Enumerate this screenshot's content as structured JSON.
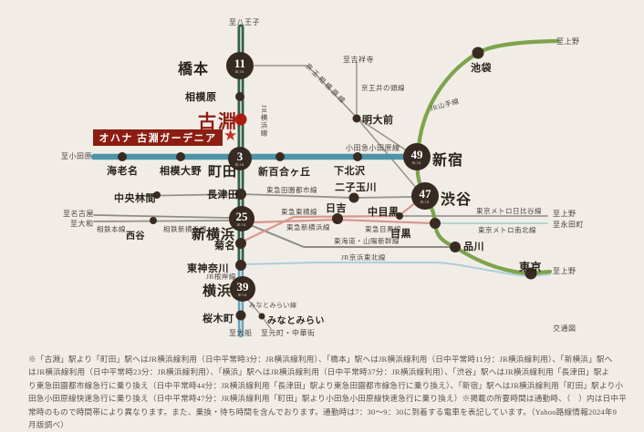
{
  "map": {
    "property": {
      "name": "オハナ 古淵ガーデニア",
      "star": "★"
    },
    "time_unit": "min",
    "times": {
      "hashimoto": "11",
      "machida": "3",
      "shinjuku": "49",
      "shibuya": "47",
      "shinyokohama": "25",
      "yokohama": "39"
    },
    "stations": {
      "hashimoto": "橋本",
      "sagamihara": "相模原",
      "kobuchi": "古淵",
      "machida": "町田",
      "nagatsuta": "長津田",
      "shinyokohama": "新横浜",
      "kikuna": "菊名",
      "higashikanagawa": "東神奈川",
      "yokohama": "横浜",
      "sakuragicho": "桜木町",
      "minatomirai": "みなとみらい",
      "ebina": "海老名",
      "sagamiono": "相模大野",
      "shinyurigaoka": "新百合ヶ丘",
      "shimokitazawa": "下北沢",
      "shinjuku": "新宿",
      "meidaimae": "明大前",
      "ikebukuro": "池袋",
      "shibuya": "渋谷",
      "futakotamagawa": "二子玉川",
      "chuorinkan": "中央林間",
      "nishiya": "西谷",
      "hiyoshi": "日吉",
      "nakameguro": "中目黒",
      "meguro": "目黒",
      "shinagawa": "品川",
      "tokyo": "東京"
    },
    "lines": {
      "jr_yokohama": "JR横浜線",
      "jr_negishi": "JR根岸線",
      "odakyu_odawara": "小田急小田原線",
      "keio_sagamihara": "京王相模原線",
      "keio_inokashira": "京王井の頭線",
      "jr_yamanote": "JR山手線",
      "tokyu_denentoshi": "東急田園都市線",
      "tokyu_toyoko": "東急東横線",
      "tokyu_shinyokohama": "東急新横浜線",
      "tokyu_meguro": "東急目黒線",
      "sotetsu_main": "相鉄本線",
      "sotetsu_shinyokohama": "相鉄新横浜線",
      "tokaido_sanyo_shinkansen": "東海道・山陽新幹線",
      "jr_keihintohoku": "JR京浜東北線",
      "metro_hibiya": "東京メトロ日比谷線",
      "metro_namboku": "東京メトロ南北線",
      "minatomirai_line": "みなとみらい線"
    },
    "directions": {
      "hachioji": "至八王子",
      "kichijoji": "至吉祥寺",
      "ueno_top": "至上野",
      "odawara": "至小田原",
      "nagoya": "至名古屋",
      "yamato": "至大和",
      "ueno_hibiya": "至上野",
      "nagatacho": "至永田町",
      "ueno_tokyo": "至上野",
      "ofuna": "至大船",
      "motomachi_chukagai": "至元町・中華街"
    },
    "corner_note": "交通図",
    "colors": {
      "background": "#f1ede6",
      "jr_yokohama_green": "#33604a",
      "odakyu_teal": "#4e93a7",
      "negishi_blue": "#67a2bd",
      "yamanote_green": "#7ea34c",
      "tokyu_pink": "#d7978e",
      "keihintohoku_blue": "#accfdb",
      "badge_brown": "#362a22",
      "accent_red": "#8d1d12"
    }
  },
  "disclaimer": [
    "※「古淵」駅より「町田」駅へはJR横浜線利用（日中平常時3分：JR横浜線利用）、「橋本」駅へはJR横浜線利用（日中平常時11分：JR横浜線利用）、「新横浜」駅へ",
    "はJR横浜線利用（日中平常時23分：JR横浜線利用）、「横浜」駅へはJR横浜線利用（日中平常時37分：JR横浜線利用）、「渋谷」駅へはJR横浜線利用「長津田」駅よ",
    "り東急田園都市線急行に乗り換え（日中平常時44分：JR横浜線利用「長津田」駅より東急田園都市線急行に乗り換え）、「新宿」駅へはJR横浜線利用「町田」駅より小",
    "田急小田原線快速急行に乗り換え（日中平常時47分：JR横浜線利用「町田」駅より小田急小田原線快速急行に乗り換え）※掲載の所要時間は通勤時、（　）内は日中平",
    "常時のもので時間帯により異なります。また、乗換・待ち時間を含んでおります。通勤時は7：30～9：30に到着する電車を表記しています。（Yahoo路線情報2024年9",
    "月版調べ）"
  ]
}
